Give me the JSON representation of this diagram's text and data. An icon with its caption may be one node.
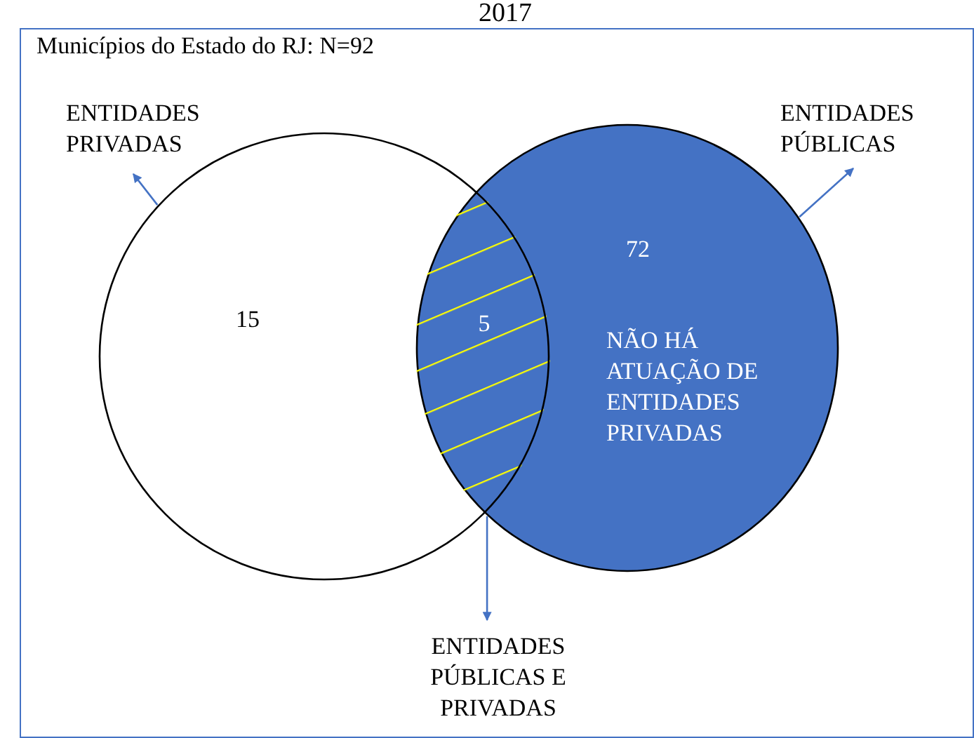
{
  "diagram": {
    "title": "2017",
    "nodes": [
      {
        "text": [
          "15"
        ]
      },
      {
        "text": [
          "72",
          "NÃO HÁ ATUAÇÃO DE ENTIDADES PRIVADAS"
        ]
      },
      {
        "text": [
          "ENTIDADES PRIVADAS"
        ]
      },
      {
        "text": [
          "ENTIDADES PÚBLICAS"
        ]
      },
      {
        "text": [
          "ENTIDADES PÚBLICAS E PRIVADAS"
        ]
      }
    ],
    "edges": [
      {
        "from": 0,
        "to": 2,
        "arrow": "to"
      },
      {
        "from": 1,
        "to": 3,
        "arrow": "to"
      },
      {
        "from": 1,
        "to": 4,
        "arrow": "to"
      }
    ],
    "labels": [
      "Municípios do Estado do RJ: N=92",
      "5"
    ]
  }
}
